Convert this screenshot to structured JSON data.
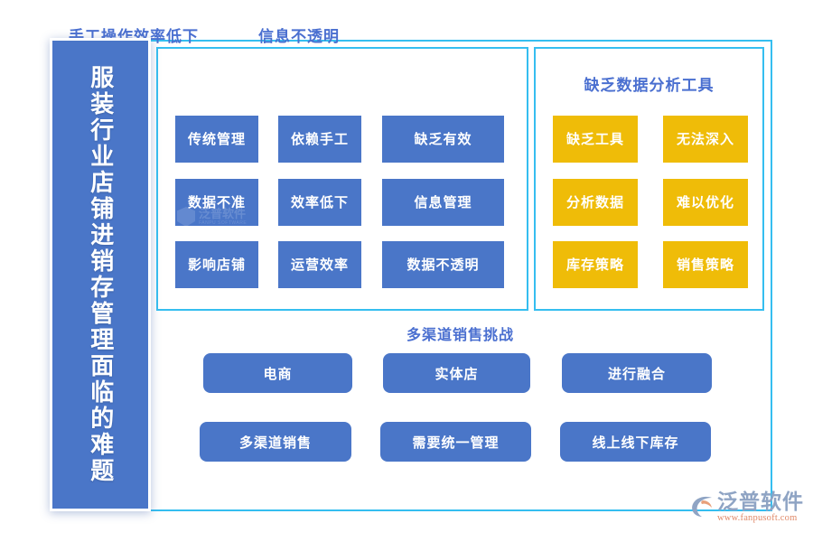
{
  "title_panel": {
    "text": "服装行业店铺进销存管理面临的难题"
  },
  "colors": {
    "frame_border": "#35BEF0",
    "chip_blue": "#4A76C8",
    "chip_yellow": "#EFBC08",
    "heading_blue": "#4A6FD0",
    "brand_gray_blue": "#8FA4C4",
    "brand_orange": "#E08A6A"
  },
  "panels": {
    "left": {
      "headings": [
        {
          "label": "手工操作效率低下"
        },
        {
          "label": "信息不透明"
        }
      ],
      "columns": [
        {
          "items": [
            "传统管理",
            "数据不准",
            "影响店铺"
          ]
        },
        {
          "items": [
            "依赖手工",
            "效率低下",
            "运营效率"
          ]
        },
        {
          "items": [
            "缺乏有效",
            "信息管理",
            "数据不透明"
          ]
        }
      ]
    },
    "right": {
      "heading": "缺乏数据分析工具",
      "columns": [
        {
          "items": [
            "缺乏工具",
            "分析数据",
            "库存策略"
          ]
        },
        {
          "items": [
            "无法深入",
            "难以优化",
            "销售策略"
          ]
        }
      ]
    }
  },
  "bottom": {
    "heading": "多渠道销售挑战",
    "rows": [
      [
        "电商",
        "实体店",
        "进行融合"
      ],
      [
        "多渠道销售",
        "需要统一管理",
        "线上线下库存"
      ]
    ]
  },
  "watermark": {
    "name": "泛普软件",
    "sub": "FANPU SOFTWARE"
  },
  "brand": {
    "name": "泛普软件",
    "url": "www.fanpusoft.com",
    "mark_icon": "leaf-c-mark-icon"
  }
}
